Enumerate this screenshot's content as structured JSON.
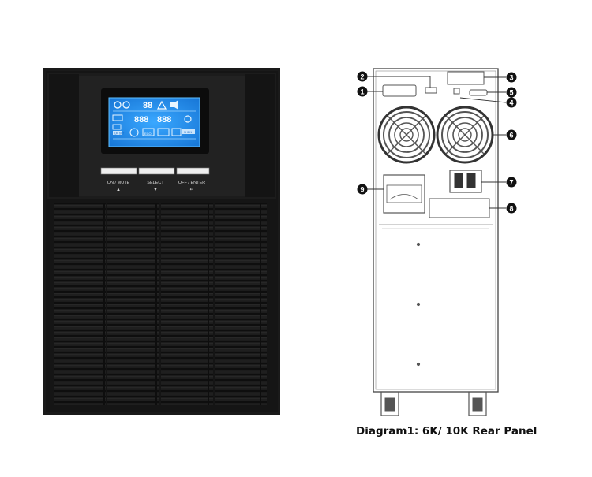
{
  "front_unit": {
    "buttons": [
      {
        "label": "ON / MUTE",
        "arrow": "▲"
      },
      {
        "label": "SELECT",
        "arrow": "▼"
      },
      {
        "label": "OFF / ENTER",
        "arrow": "↵"
      }
    ],
    "lcd": {
      "digits_top": "88",
      "digits_left": "888",
      "digits_right": "888",
      "tags": [
        "UP SFT",
        "ECO",
        "SHDN"
      ],
      "accent_color": "#2e9bf0"
    }
  },
  "rear_panel": {
    "callouts": [
      "1",
      "2",
      "3",
      "4",
      "5",
      "6",
      "7",
      "8",
      "9"
    ],
    "caption": "Diagram1: 6K/ 10K Rear Panel"
  }
}
